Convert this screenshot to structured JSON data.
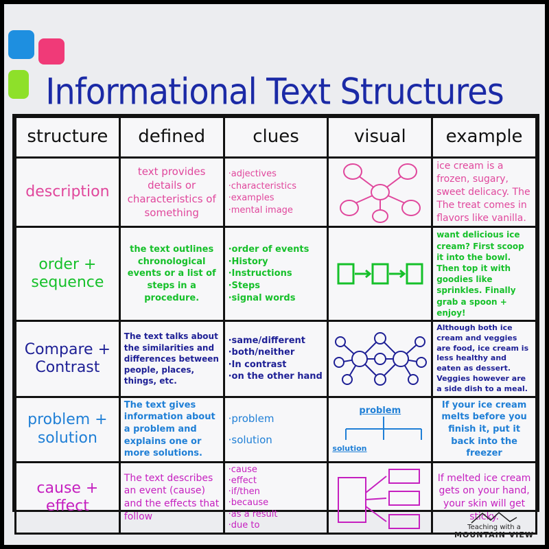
{
  "title": "Informational Text Structures",
  "headers": [
    "structure",
    "defined",
    "clues",
    "visual",
    "example"
  ],
  "rows": [
    {
      "structure": "description",
      "defined": "text provides details or characteristics of something",
      "clues": [
        "adjectives",
        "characteristics",
        "examples",
        "mental image"
      ],
      "visual": "web-diagram",
      "example": "ice cream is a frozen, sugary, sweet delicacy. The The treat comes in flavors like vanilla.",
      "color": "#e0479c"
    },
    {
      "structure": "order + sequence",
      "defined": "the text outlines chronological events or a list of steps in a procedure.",
      "clues": [
        "order of events",
        "History",
        "Instructions",
        "Steps",
        "signal words"
      ],
      "visual": "box-arrow-sequence",
      "example": "want delicious ice cream? First scoop it into the bowl. Then top it with goodies like sprinkles. Finally grab a spoon + enjoy!",
      "color": "#16c02a"
    },
    {
      "structure": "Compare + Contrast",
      "defined": "The text talks about the similarities and differences between people, places, things, etc.",
      "clues": [
        "same/different",
        "both/neither",
        "In contrast",
        "on the other hand"
      ],
      "visual": "double-bubble-map",
      "example": "Although both ice cream and veggies are food, ice cream is less healthy and eaten as dessert. Veggies however are a side dish to a meal.",
      "color": "#1d1f95"
    },
    {
      "structure": "problem + solution",
      "defined": "The text gives information about a problem and explains one or more solutions.",
      "clues": [
        "problem",
        "solution"
      ],
      "visual": {
        "type": "tree-diagram",
        "top_label": "problem",
        "bottom_label": "solution"
      },
      "example": "If your ice cream melts before you finish it, put it back into the freezer",
      "color": "#1f7fd6"
    },
    {
      "structure": "cause + effect",
      "defined": "The text describes an event (cause) and the effects that follow",
      "clues": [
        "cause",
        "effect",
        "if/then",
        "because",
        "as a result",
        "due to"
      ],
      "visual": "cause-effects-boxes",
      "example": "If melted ice cream gets on your hand, your skin will get sticky.",
      "color": "#c51fbf"
    }
  ],
  "watermark": {
    "line1": "Teaching with a",
    "line2": "MOUNTAIN VIEW"
  },
  "magnet_colors": [
    "#1e8fe0",
    "#f03a78",
    "#8ee02a"
  ]
}
